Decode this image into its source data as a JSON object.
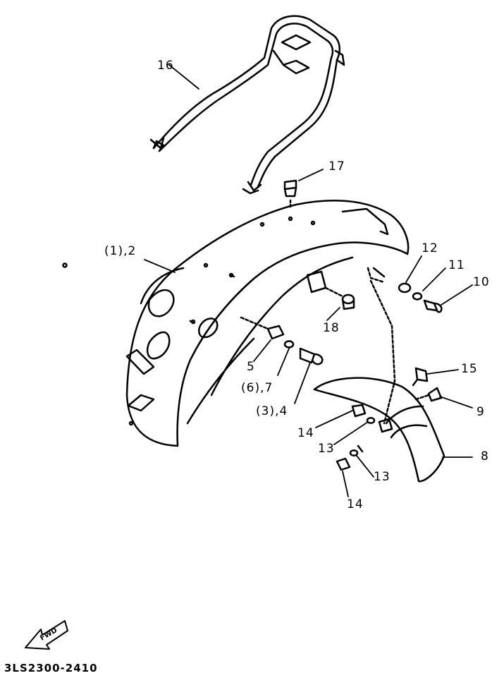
{
  "parts": [
    {
      "id": "p16",
      "label": "16"
    },
    {
      "id": "p17",
      "label": "17"
    },
    {
      "id": "p1_2",
      "label": "(1),2"
    },
    {
      "id": "p12",
      "label": "12"
    },
    {
      "id": "p11",
      "label": "11"
    },
    {
      "id": "p10",
      "label": "10"
    },
    {
      "id": "p18",
      "label": "18"
    },
    {
      "id": "p5",
      "label": "5"
    },
    {
      "id": "p6_7",
      "label": "(6),7"
    },
    {
      "id": "p3_4",
      "label": "(3),4"
    },
    {
      "id": "p15",
      "label": "15"
    },
    {
      "id": "p9",
      "label": "9"
    },
    {
      "id": "p8",
      "label": "8"
    },
    {
      "id": "p14a",
      "label": "14"
    },
    {
      "id": "p13a",
      "label": "13"
    },
    {
      "id": "p13b",
      "label": "13"
    },
    {
      "id": "p14b",
      "label": "14"
    }
  ],
  "fwd_badge": "FWD",
  "diagram_code": "3LS2300-2410"
}
